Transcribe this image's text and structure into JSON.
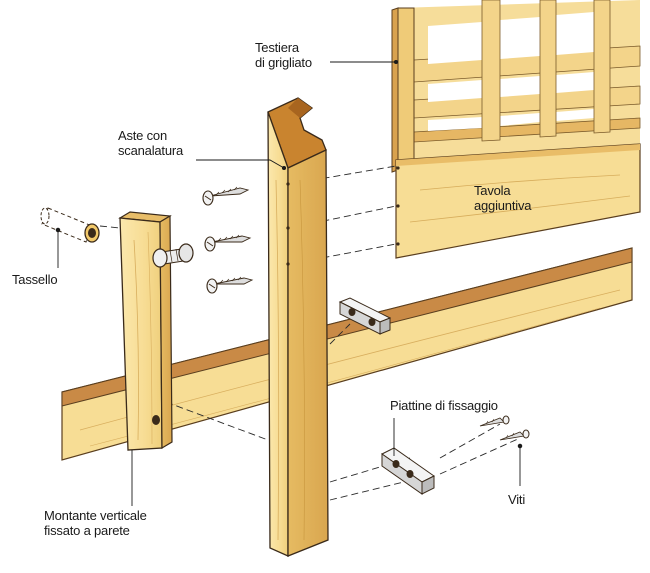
{
  "labels": {
    "testiera_l1": "Testiera",
    "testiera_l2": "di grigliato",
    "aste_l1": "Aste con",
    "aste_l2": "scanalatura",
    "tavola_l1": "Tavola",
    "tavola_l2": "aggiuntiva",
    "tassello": "Tassello",
    "piattine": "Piattine di fissaggio",
    "viti": "Viti",
    "montante_l1": "Montante verticale",
    "montante_l2": "fissato a parete"
  },
  "colors": {
    "wood_light": "#fbe7a6",
    "wood_mid": "#f1cf7a",
    "wood_dark": "#e2b35a",
    "wood_edge": "#c9852f",
    "plank_top": "#c07a3a",
    "outline": "#3a2a1a",
    "metal": "#d8d8d8",
    "text": "#1a1a1a"
  },
  "icons": {
    "screw": "screw-icon",
    "dowel": "dowel-icon",
    "bolt": "bolt-icon",
    "plate": "mounting-plate-icon"
  }
}
